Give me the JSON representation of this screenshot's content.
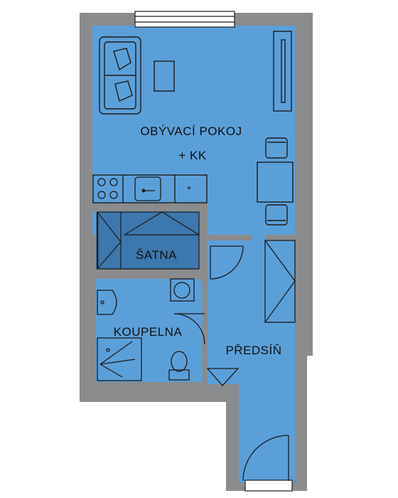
{
  "rooms": {
    "living": {
      "name": "OBÝVACÍ POKOJ",
      "suffix": "+ KK"
    },
    "wardrobe": {
      "name": "ŠATNA"
    },
    "bathroom": {
      "name": "KOUPELNA"
    },
    "hall": {
      "name": "PŘEDSÍŇ"
    }
  },
  "colors": {
    "wall": "#8a8b8d",
    "floor": "#5b9fd9",
    "wardrobe": "#3c77ad",
    "line": "#1c1c1c"
  },
  "icons": [
    "sofa-icon",
    "coffee-table-icon",
    "tv-unit-icon",
    "chair-icon",
    "dining-table-icon",
    "cooktop-icon",
    "kitchen-sink-icon",
    "fridge-icon",
    "wardrobe-shelving-icon",
    "washbasin-icon",
    "washing-machine-icon",
    "shower-icon",
    "toilet-icon",
    "door-swing-icon",
    "window-icon",
    "closet-icon"
  ]
}
